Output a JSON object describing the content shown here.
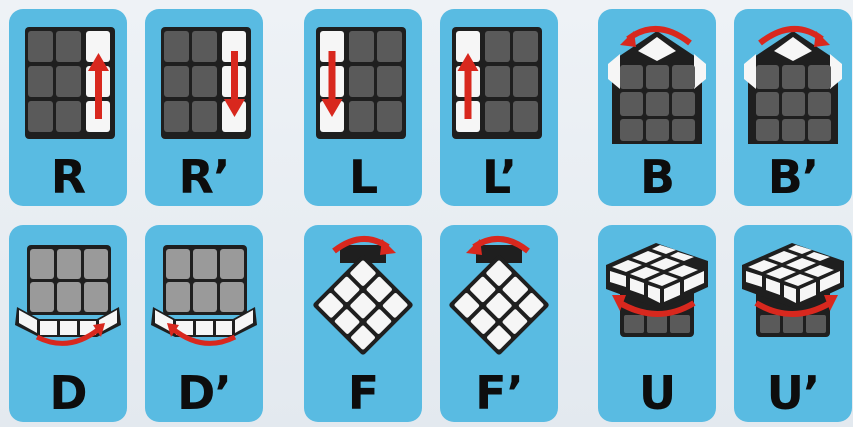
{
  "moves": [
    {
      "notation": "R",
      "arrow_direction": "up",
      "turning_face": "right"
    },
    {
      "notation": "R’",
      "arrow_direction": "down",
      "turning_face": "right"
    },
    {
      "notation": "L",
      "arrow_direction": "down",
      "turning_face": "left"
    },
    {
      "notation": "L’",
      "arrow_direction": "up",
      "turning_face": "left"
    },
    {
      "notation": "B",
      "arrow_direction": "counterclockwise",
      "turning_face": "back"
    },
    {
      "notation": "B’",
      "arrow_direction": "clockwise",
      "turning_face": "back"
    },
    {
      "notation": "D",
      "arrow_direction": "right",
      "turning_face": "down"
    },
    {
      "notation": "D’",
      "arrow_direction": "left",
      "turning_face": "down"
    },
    {
      "notation": "F",
      "arrow_direction": "clockwise",
      "turning_face": "front"
    },
    {
      "notation": "F’",
      "arrow_direction": "counterclockwise",
      "turning_face": "front"
    },
    {
      "notation": "U",
      "arrow_direction": "counterclockwise",
      "turning_face": "up"
    },
    {
      "notation": "U’",
      "arrow_direction": "clockwise",
      "turning_face": "up"
    }
  ],
  "colors": {
    "card": "#59bbe2",
    "arrow": "#d8281e",
    "cube_dark": "#2b2b2b",
    "cube_light": "#f6f6f6",
    "label": "#0d0d0d"
  }
}
